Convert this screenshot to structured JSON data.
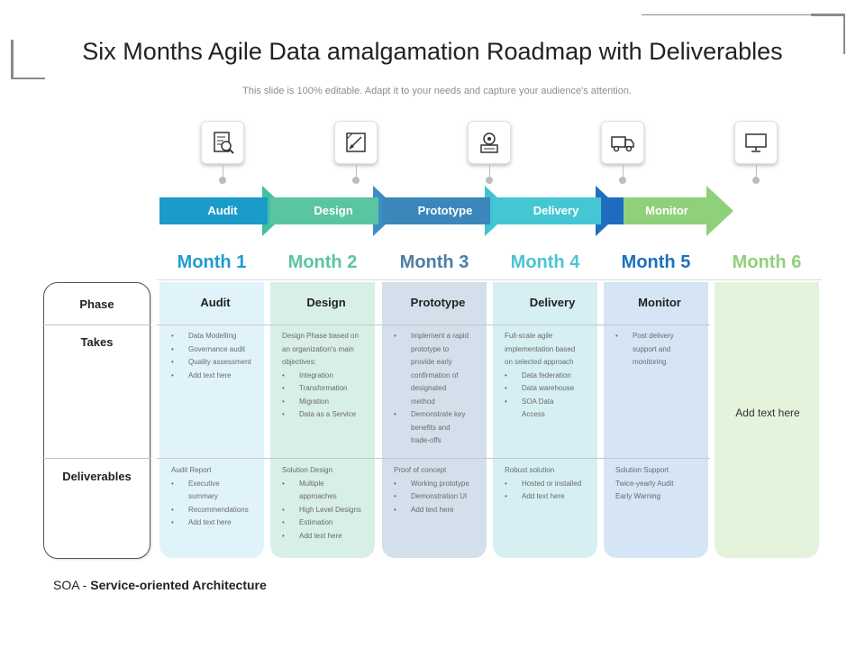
{
  "title": "Six Months Agile Data amalgamation Roadmap with Deliverables",
  "subtitle": "This slide is 100% editable. Adapt it to your needs and capture your audience's attention.",
  "icons": [
    "audit-report-icon",
    "design-tools-icon",
    "prototype-gear-icon",
    "delivery-truck-icon",
    "monitor-icon"
  ],
  "arrows": [
    {
      "label": "Audit",
      "color": "#1a9bc9",
      "tip": "#43c0a3"
    },
    {
      "label": "Design",
      "color": "#5bc4a2",
      "tip": "#3d8ec4"
    },
    {
      "label": "Prototype",
      "color": "#3b86bb",
      "tip": "#3fc3d1"
    },
    {
      "label": "Delivery",
      "color": "#45c6d3",
      "tip": "#1f6fbf"
    },
    {
      "label": "Monitor",
      "color": "#8fd07a",
      "tip": "#1e6cc0"
    }
  ],
  "months": [
    {
      "label": "Month 1",
      "color": "#1f9bd1"
    },
    {
      "label": "Month 2",
      "color": "#5bc4a2"
    },
    {
      "label": "Month 3",
      "color": "#4a7ea6"
    },
    {
      "label": "Month 4",
      "color": "#4bc4d4"
    },
    {
      "label": "Month 5",
      "color": "#1c70bd"
    },
    {
      "label": "Month 6",
      "color": "#8fd07a"
    }
  ],
  "rows": {
    "phase": "Phase",
    "takes": "Takes",
    "deliverables": "Deliverables"
  },
  "columns": [
    {
      "phase": "Audit",
      "bg": "#e0f3fb",
      "takes": [
        "• Data Modelling",
        "• Governance audit",
        "• Quality assessment",
        "• Add text here"
      ],
      "deliverables": [
        "Audit Report",
        "• Executive",
        "  summary",
        "• Recommendations",
        "• Add text here"
      ]
    },
    {
      "phase": "Design",
      "bg": "#d8efe6",
      "takes": [
        "Design Phase based on",
        "an organization's main",
        "objectives:",
        "• Integration",
        "• Transformation",
        "• Migration",
        "• Data as a Service"
      ],
      "deliverables": [
        "Solution Design",
        "• Multiple",
        "  approaches",
        "• High Level Designs",
        "• Estimation",
        "• Add text here"
      ]
    },
    {
      "phase": "Prototype",
      "bg": "#d3e0ec",
      "takes": [
        "• Implement a rapid",
        "  prototype to",
        "  provide early",
        "  confirmation of",
        "  designated",
        "  method",
        "• Demonstrate key",
        "  benefits and",
        "  trade-offs"
      ],
      "deliverables": [
        "Proof of concept",
        "• Working prototype",
        "• Demonstration UI",
        "• Add text here"
      ]
    },
    {
      "phase": "Delivery",
      "bg": "#d6eff3",
      "takes": [
        "Full-scale agile",
        "implementation based",
        "on selected approach",
        "• Data federation",
        "• Data warehouse",
        "• SOA Data",
        "  Access"
      ],
      "deliverables": [
        "Robust solution",
        "• Hosted or installed",
        "• Add text here"
      ]
    },
    {
      "phase": "Monitor",
      "bg": "#d5e5f5",
      "takes": [
        "• Post delivery",
        "  support and",
        "  monitoring"
      ],
      "deliverables": [
        "Solution Support",
        "Twice-yearly Audit",
        "Early Warning"
      ]
    },
    {
      "phase": "",
      "bg": "#e4f3dc",
      "text": "Add text here"
    }
  ],
  "footnote": {
    "abbr": "SOA - ",
    "full": "Service-oriented Architecture"
  }
}
